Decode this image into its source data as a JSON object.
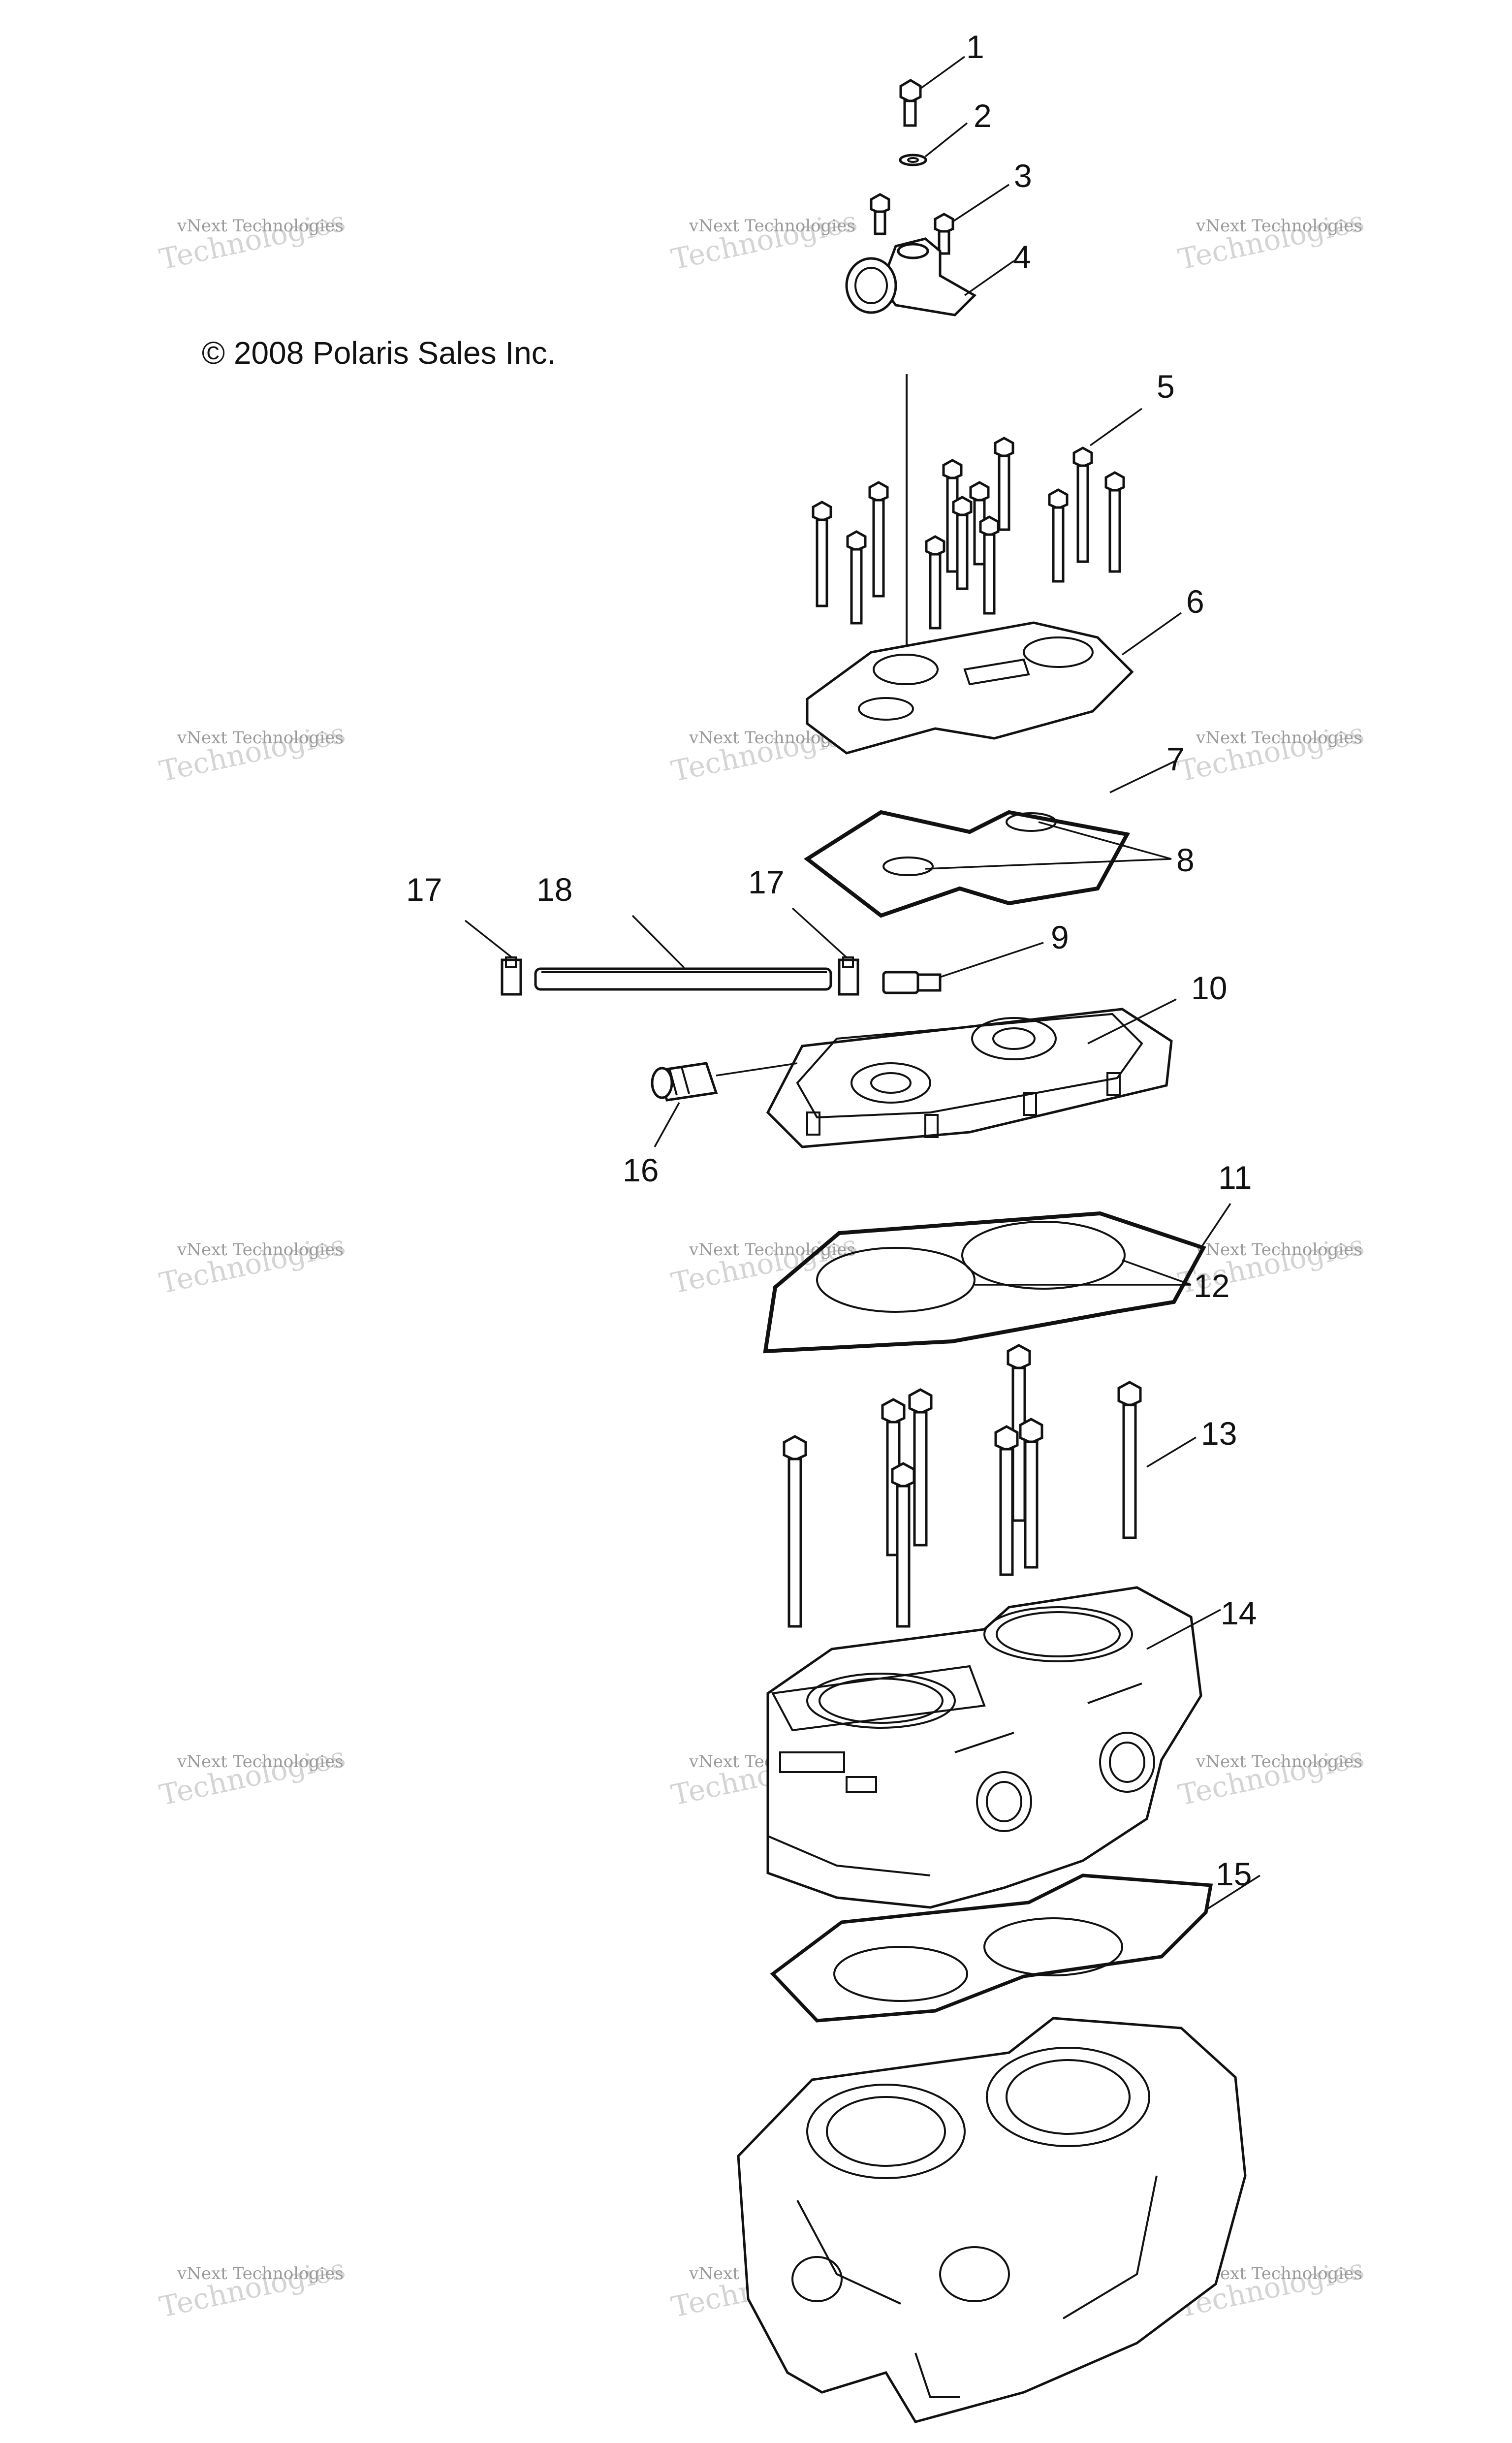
{
  "copyright": "© 2008 Polaris Sales Inc.",
  "watermark": {
    "line1": "vNext Technologies",
    "line2": "Technologies",
    "stamp": "vNext"
  },
  "callouts": [
    "1",
    "2",
    "3",
    "4",
    "5",
    "6",
    "7",
    "8",
    "9",
    "10",
    "11",
    "12",
    "13",
    "14",
    "15",
    "16",
    "17",
    "17",
    "18"
  ],
  "parts": [
    "bolt",
    "washer",
    "bolt",
    "water-outlet-housing",
    "cylinder-head-bolts",
    "cylinder-head-cover",
    "o-ring-gasket",
    "o-rings",
    "fitting",
    "cylinder-head",
    "head-gasket",
    "o-rings",
    "cylinder-bolts",
    "cylinder",
    "base-gasket",
    "hose-fitting",
    "clamps",
    "hose"
  ]
}
